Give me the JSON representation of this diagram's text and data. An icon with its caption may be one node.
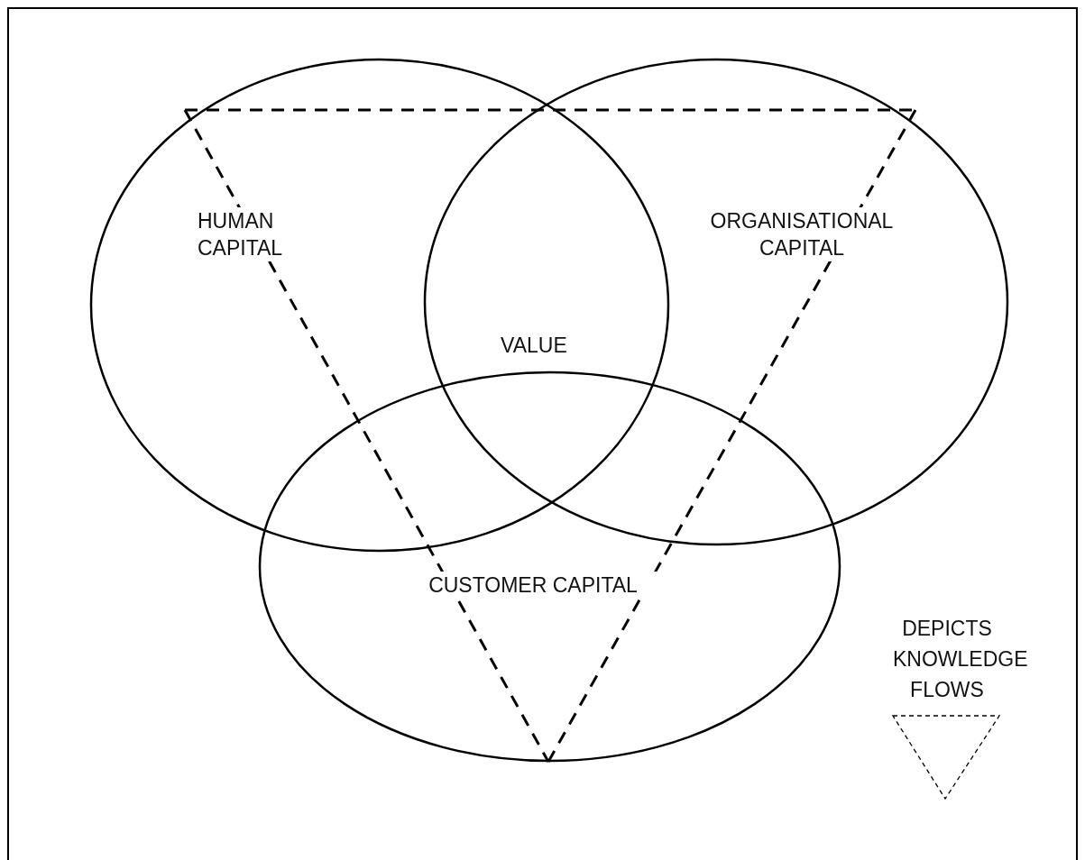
{
  "diagram": {
    "nodes": [
      {
        "text": [
          "HUMAN CAPITAL"
        ]
      },
      {
        "text": [
          "ORGANISATIONAL CAPITAL"
        ]
      },
      {
        "text": [
          "CUSTOMER CAPITAL"
        ]
      }
    ],
    "edges": [
      {
        "from": 0,
        "to": 1,
        "arrow": "none",
        "style": "dashed"
      },
      {
        "from": 0,
        "to": 2,
        "arrow": "none",
        "style": "dashed"
      },
      {
        "from": 1,
        "to": 2,
        "arrow": "none",
        "style": "dashed"
      }
    ],
    "labels": [
      "VALUE"
    ],
    "legend": [
      {
        "text": "DEPICTS KNOWLEDGE FLOWS"
      }
    ]
  }
}
